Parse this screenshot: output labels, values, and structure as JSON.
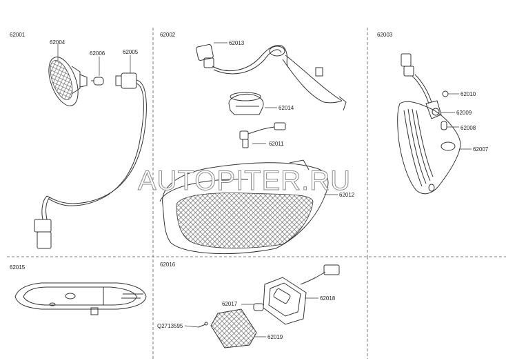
{
  "sections": {
    "s62001": "62001",
    "s62002": "62002",
    "s62003": "62003",
    "s62015": "62015",
    "s62016": "62016"
  },
  "parts": {
    "p62004": "62004",
    "p62006": "62006",
    "p62005": "62005",
    "p62013": "62013",
    "p62014": "62014",
    "p62011": "62011",
    "p62012": "62012",
    "p62010": "62010",
    "p62009": "62009",
    "p62008": "62008",
    "p62007": "62007",
    "p62017": "62017",
    "p62018": "62018",
    "p62019": "62019",
    "pQ2713595": "Q2713595"
  },
  "watermark": "AUTOPITER.RU"
}
